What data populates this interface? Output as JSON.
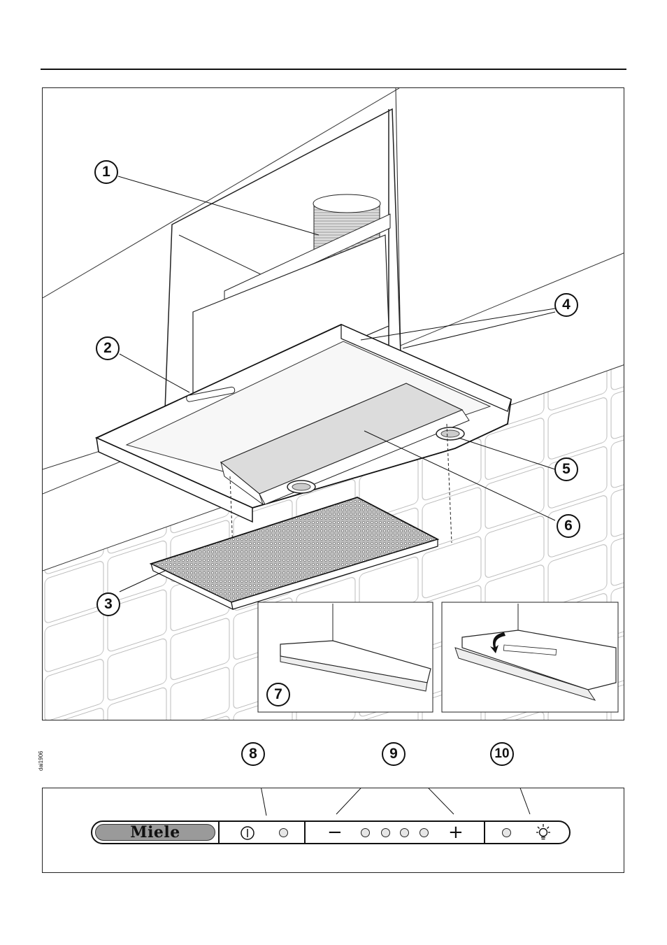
{
  "callouts": {
    "c1": "1",
    "c2": "2",
    "c3": "3",
    "c4": "4",
    "c5": "5",
    "c6": "6",
    "c7": "7",
    "c8": "8",
    "c9": "9",
    "c10": "10"
  },
  "image_code": "dai1906",
  "panel": {
    "logo_text": "Miele",
    "minus_symbol": "−",
    "plus_symbol": "+"
  },
  "icons": [
    "power-icon",
    "light-bulb-icon",
    "led-indicator"
  ]
}
